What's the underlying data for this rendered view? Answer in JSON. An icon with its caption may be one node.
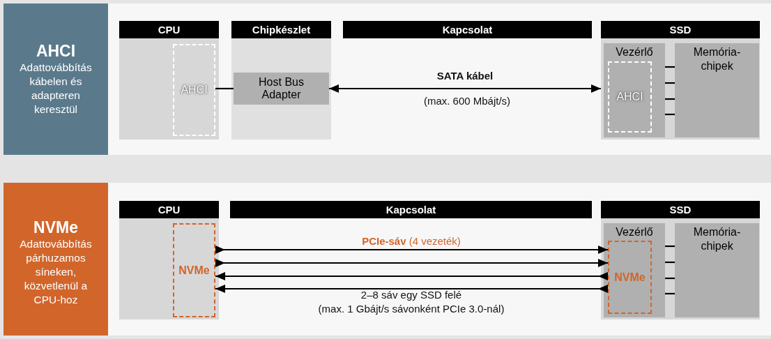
{
  "diagram": {
    "nodes": [
      {
        "text": [
          "AHCI",
          "Adattovábbítás kábelen és adapteren keresztül"
        ]
      },
      {
        "text": [
          "CPU"
        ]
      },
      {
        "text": [
          "AHCI"
        ],
        "in": 1
      },
      {
        "text": [
          "Chipkészlet"
        ]
      },
      {
        "text": [
          "Host Bus Adapter"
        ],
        "in": 3
      },
      {
        "text": [
          "Kapcsolat"
        ]
      },
      {
        "text": [
          "SSD"
        ]
      },
      {
        "text": [
          "Vezérlő"
        ],
        "in": 6
      },
      {
        "text": [
          "AHCI"
        ],
        "in": 7
      },
      {
        "text": [
          "Memória-chipek"
        ],
        "in": 6
      },
      {
        "text": [
          "NVMe",
          "Adattovábbítás párhuzamos síneken, közvetlenül a CPU-hoz"
        ]
      },
      {
        "text": [
          "CPU"
        ]
      },
      {
        "text": [
          "NVMe"
        ],
        "in": 11
      },
      {
        "text": [
          "Kapcsolat"
        ]
      },
      {
        "text": [
          "SSD"
        ]
      },
      {
        "text": [
          "Vezérlő"
        ],
        "in": 14
      },
      {
        "text": [
          "NVMe"
        ],
        "in": 15
      },
      {
        "text": [
          "Memória-chipek"
        ],
        "in": 14
      }
    ],
    "edges": [
      {
        "from": 2,
        "to": 4,
        "arrow": "none"
      },
      {
        "from": 4,
        "to": 6,
        "arrow": "both",
        "label": "SATA kábel"
      },
      {
        "from": 7,
        "to": 9,
        "arrow": "none"
      },
      {
        "from": 7,
        "to": 9,
        "arrow": "none"
      },
      {
        "from": 7,
        "to": 9,
        "arrow": "none"
      },
      {
        "from": 7,
        "to": 9,
        "arrow": "none"
      },
      {
        "from": 12,
        "to": 16,
        "arrow": "to"
      },
      {
        "from": 12,
        "to": 16,
        "arrow": "to"
      },
      {
        "from": 16,
        "to": 12,
        "arrow": "to"
      },
      {
        "from": 16,
        "to": 12,
        "arrow": "to"
      },
      {
        "from": 15,
        "to": 17,
        "arrow": "none"
      },
      {
        "from": 15,
        "to": 17,
        "arrow": "none"
      },
      {
        "from": 15,
        "to": 17,
        "arrow": "none"
      },
      {
        "from": 15,
        "to": 17,
        "arrow": "none"
      }
    ],
    "labels": [
      "(max. 600 Mbájt/s)",
      "**PCIe-sáv** (4 vezeték)",
      "2–8 sáv egy SSD felé",
      "(max. 1 Gbájt/s sávonként PCIe 3.0-nál)"
    ]
  }
}
